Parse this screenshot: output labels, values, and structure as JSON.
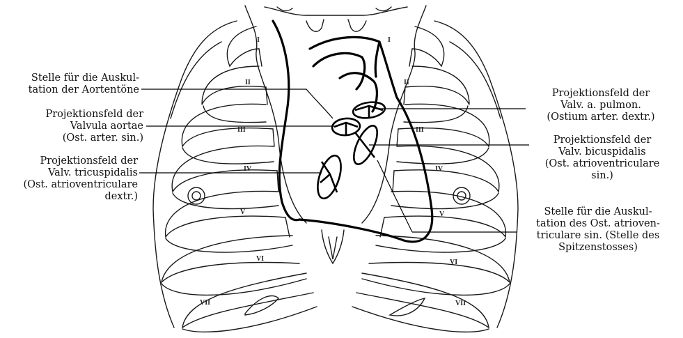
{
  "labels": {
    "auskultation_aorta": "Stelle für die Auskul-\ntation der Aortentöne",
    "valvula_aortae": "Projektionsfeld der\nValvula aortae\n(Ost. arter. sin.)",
    "tricuspidalis": "Projektionsfeld der\nValv. tricuspidalis\n(Ost. atrioventriculare\ndextr.)",
    "pulmonalis": "Projektionsfeld der\nValv. a. pulmon.\n(Ostium arter. dextr.)",
    "bicuspidalis": "Projektionsfeld der\nValv. bicuspidalis\n(Ost. atrioventriculare\nsin.)",
    "auskultation_spitze": "Stelle für die Auskul-\ntation des Ost. atrioven-\ntriculare sin. (Stelle des\nSpitzenstosses)"
  },
  "rib_numbers": {
    "right": [
      "I",
      "II",
      "III",
      "IV",
      "V",
      "VI",
      "VII"
    ],
    "left": [
      "I",
      "II",
      "III",
      "IV",
      "V",
      "VI",
      "VII"
    ]
  },
  "colors": {
    "ink": "#111111",
    "paper": "#ffffff"
  }
}
